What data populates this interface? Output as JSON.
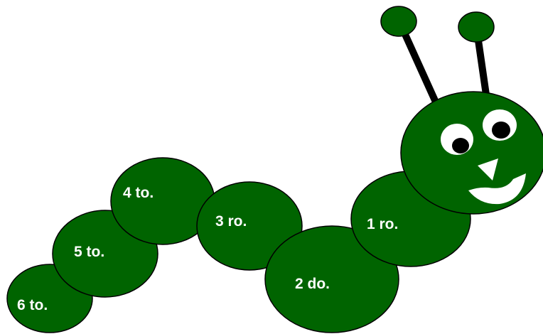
{
  "colors": {
    "body": "#006400",
    "outline": "#000000",
    "label": "#ffffff",
    "background": "#ffffff"
  },
  "caterpillar": {
    "segments": [
      {
        "label": "6 to."
      },
      {
        "label": "5 to."
      },
      {
        "label": "4 to."
      },
      {
        "label": "3 ro."
      },
      {
        "label": "2 do."
      },
      {
        "label": "1 ro."
      }
    ],
    "head": {
      "eyes": 2,
      "antennae": 2,
      "nose": "triangle",
      "mouth": "smile"
    }
  }
}
